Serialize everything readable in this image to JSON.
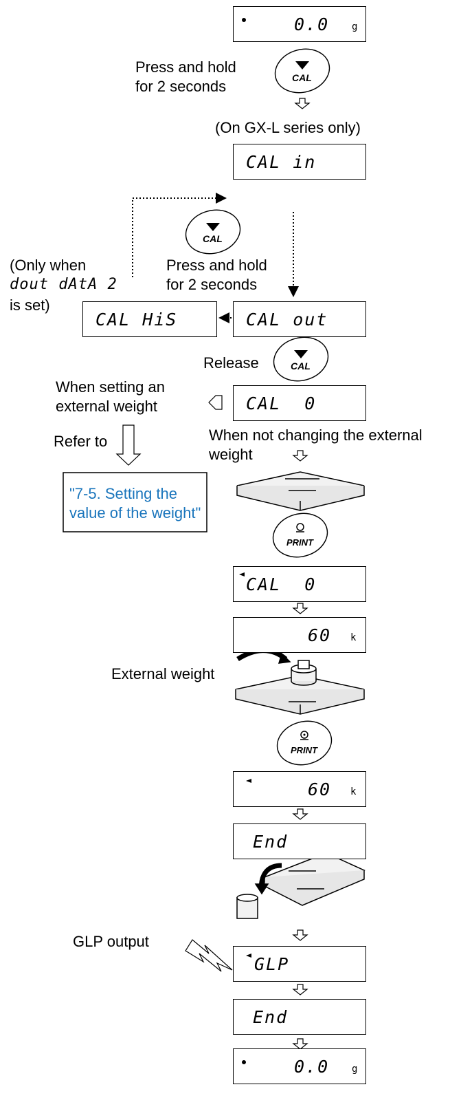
{
  "labels": {
    "press_hold_1": "Press and hold",
    "press_hold_1b": "for 2 seconds",
    "gxl_only": "(On GX-L series only)",
    "only_when_1": "(Only when",
    "only_when_2": "dout dAtA 2",
    "only_when_3": "is set)",
    "press_hold_2": "Press and hold",
    "press_hold_2b": "for 2 seconds",
    "release": "Release",
    "setting_ext_1": "When setting an",
    "setting_ext_2": "external weight",
    "refer_to": "Refer to",
    "ref_link_1": "\"7-5. Setting the",
    "ref_link_2": "value of the weight\"",
    "not_changing_1": "When not changing the external",
    "not_changing_2": "weight",
    "external_weight": "External weight",
    "glp_output": "GLP output"
  },
  "buttons": {
    "cal_1": "CAL",
    "cal_2": "CAL",
    "cal_3": "CAL",
    "print_1": "PRINT",
    "print_2": "PRINT"
  },
  "displays": {
    "d1": {
      "text": "0.0",
      "unit": "g"
    },
    "d2": {
      "text": "CAL in"
    },
    "d3": {
      "text": "CAL out"
    },
    "d4": {
      "text": "CAL HiS"
    },
    "d5": {
      "text": "CAL  0"
    },
    "d6": {
      "text": "CAL  0"
    },
    "d7": {
      "text": "60",
      "unit": "k"
    },
    "d8": {
      "text": "60",
      "unit": "k"
    },
    "d9": {
      "text": "End"
    },
    "d10": {
      "text": "GLP"
    },
    "d11": {
      "text": "End"
    },
    "d12": {
      "text": "0.0",
      "unit": "g"
    }
  },
  "colors": {
    "link": "#1a75bc",
    "line": "#000000",
    "arrow_fill": "#ffffff"
  }
}
